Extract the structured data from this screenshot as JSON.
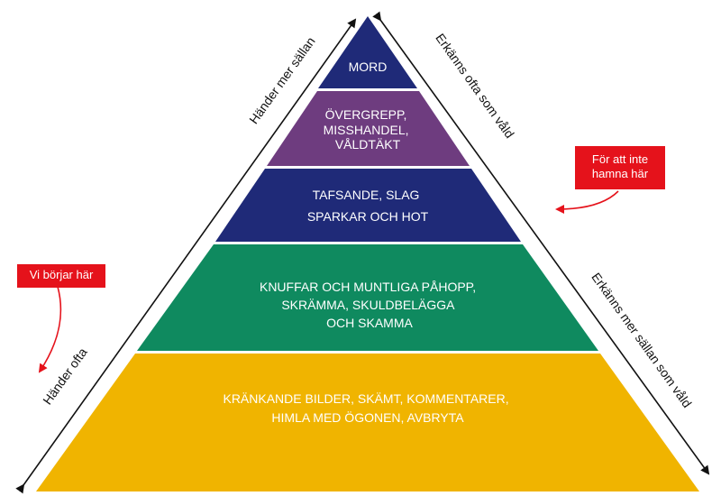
{
  "pyramid": {
    "layers": [
      {
        "lines": [
          "MORD"
        ],
        "color": "#1f2a78"
      },
      {
        "lines": [
          "ÖVERGREPP,",
          "MISSHANDEL,",
          "VÅLDTÄKT"
        ],
        "color": "#6e3c7f"
      },
      {
        "lines": [
          "TAFSANDE, SLAG",
          "SPARKAR OCH HOT"
        ],
        "color": "#1f2a78"
      },
      {
        "lines": [
          "KNUFFAR OCH MUNTLIGA PÅHOPP,",
          "SKRÄMMA, SKULDBELÄGGA",
          "OCH SKAMMA"
        ],
        "color": "#0f8a5f"
      },
      {
        "lines": [
          "KRÄNKANDE BILDER, SKÄMT, KOMMENTARER,",
          "HIMLA MED ÖGONEN, AVBRYTA"
        ],
        "color": "#f0b400"
      }
    ]
  },
  "left_axis": {
    "top_label": "Händer mer sällan",
    "bottom_label": "Händer ofta"
  },
  "right_axis": {
    "top_label": "Erkänns ofta som våld",
    "bottom_label": "Erkänns mer sällan som våld"
  },
  "callouts": {
    "left": {
      "lines": [
        "Vi börjar här"
      ]
    },
    "right": {
      "lines": [
        "För att inte",
        "hamna här"
      ]
    }
  },
  "colors": {
    "callout": "#e5121b",
    "arrow": "#111111",
    "callout_arrow": "#e5121b"
  }
}
